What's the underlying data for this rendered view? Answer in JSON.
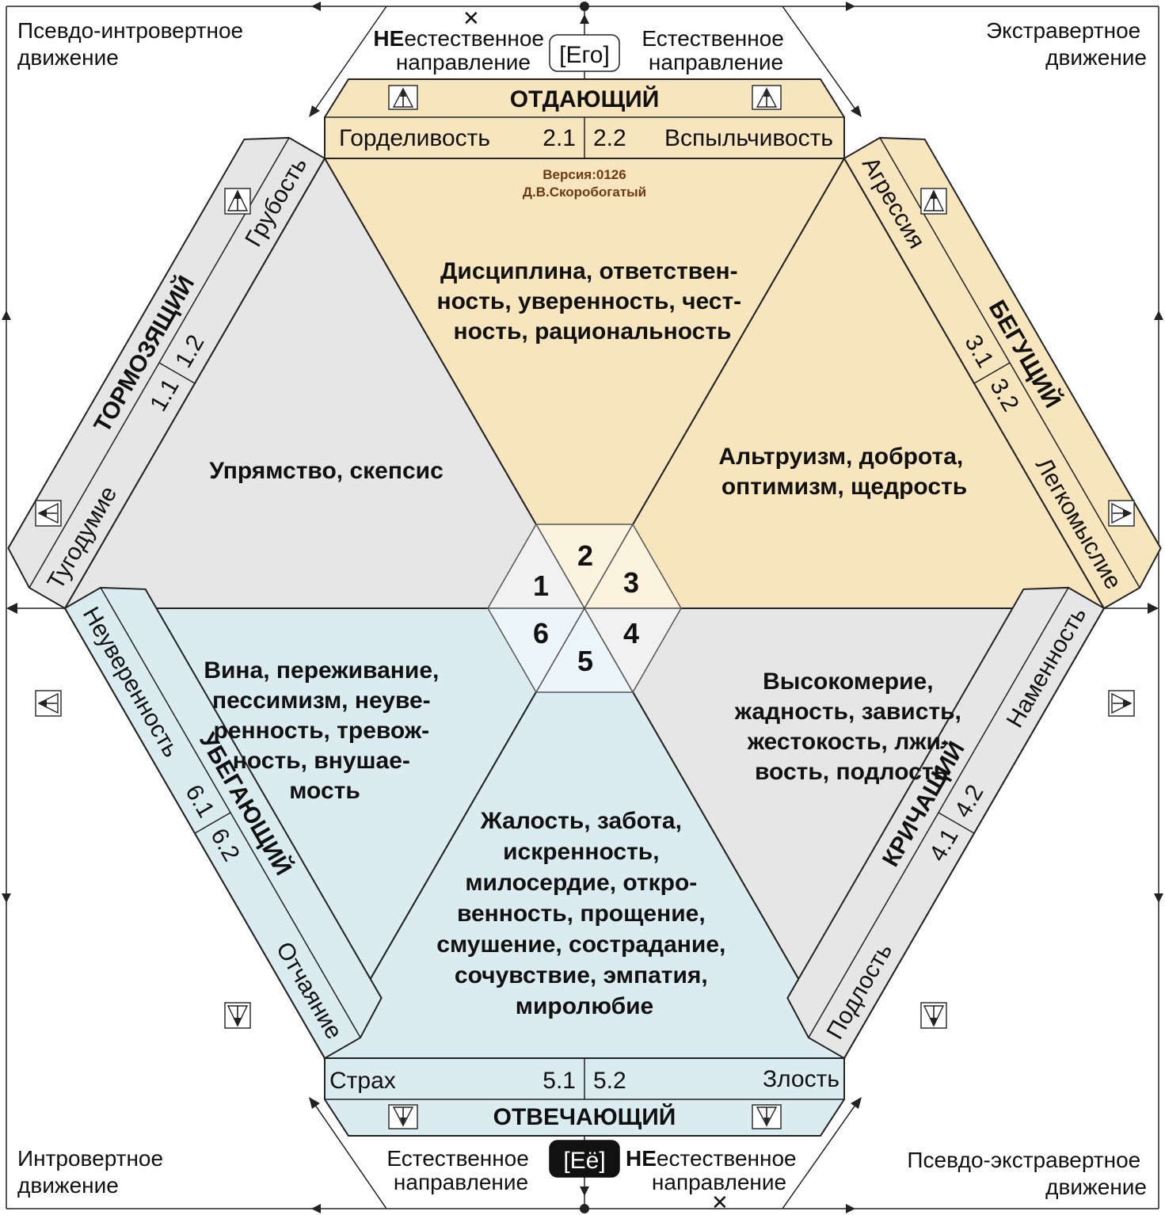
{
  "corners": {
    "top_left": [
      "Псевдо-интровертное",
      "движение"
    ],
    "top_right": [
      "Экстравертное",
      "движение"
    ],
    "bottom_left": [
      "Интровертное",
      "движение"
    ],
    "bottom_right": [
      "Псевдо-экстравертное",
      "движение"
    ]
  },
  "top": {
    "ne_bold": "НЕ",
    "ne_rest": "естественное",
    "ne_line2": "направление",
    "natural_line1": "Естественное",
    "natural_line2": "направление",
    "badge": "[Его]"
  },
  "bottom": {
    "natural_line1": "Естественное",
    "natural_line2": "направление",
    "ne_bold": "НЕ",
    "ne_rest": "естественное",
    "ne_line2": "направление",
    "badge": "[Её]"
  },
  "version": {
    "line1": "Версия:0126",
    "line2": "Д.В.Скоробогатый"
  },
  "bands": {
    "giving": {
      "title": "ОТДАЮЩИЙ",
      "left_label": "Горделивость",
      "left_code": "2.1",
      "right_code": "2.2",
      "right_label": "Вспыльчивость"
    },
    "answering": {
      "title": "ОТВЕЧАЮЩИЙ",
      "left_label": "Страх",
      "left_code": "5.1",
      "right_code": "5.2",
      "right_label": "Злость"
    },
    "braking": {
      "title": "ТОРМОЗЯЩИЙ",
      "top_label": "Грубость",
      "code_a": "1.1",
      "code_b": "1.2",
      "bottom_label": "Тугодумие"
    },
    "running": {
      "title": "БЕГУЩИЙ",
      "top_label": "Агрессия",
      "code_a": "3.1",
      "code_b": "3.2",
      "bottom_label": "Легкомыслие"
    },
    "fleeing": {
      "title": "УБЕГАЮЩИЙ",
      "top_label": "Неуверенность",
      "code_a": "6.1",
      "code_b": "6.2",
      "bottom_label": "Отчаяние"
    },
    "shouting": {
      "title": "КРИЧАЩИЙ",
      "top_label": "Наменность",
      "code_a": "4.1",
      "code_b": "4.2",
      "bottom_label": "Подлость"
    }
  },
  "sectors": {
    "s2": [
      "Дисциплина, ответствен-",
      "ность, уверенность, чест-",
      "ность, рациональность"
    ],
    "s1": [
      "Упрямство, скепсис"
    ],
    "s3": [
      "Альтруизм, доброта,",
      "оптимизм, щедрость"
    ],
    "s6": [
      "Вина, переживание,",
      "пессимизм, неуве-",
      "ренность, тревож-",
      "ность, внушае-",
      "мость"
    ],
    "s4": [
      "Высокомерие,",
      "жадность, зависть,",
      "жестокость, лжи-",
      "вость, подлость"
    ],
    "s5": [
      "Жалость, забота,",
      "искренность,",
      "милосердие, откро-",
      "венность, прощение,",
      "смушение, сострадание,",
      "сочувствие, эмпатия,",
      "миролюбие"
    ]
  },
  "center_numbers": [
    "1",
    "2",
    "3",
    "4",
    "5",
    "6"
  ],
  "colors": {
    "orange": "#f7e5be",
    "gray": "#e6e6e6",
    "blue": "#dbecf0",
    "center_orange": "#fbf3dd",
    "center_gray": "#f1f1f1",
    "center_blue": "#ecf5f7"
  }
}
